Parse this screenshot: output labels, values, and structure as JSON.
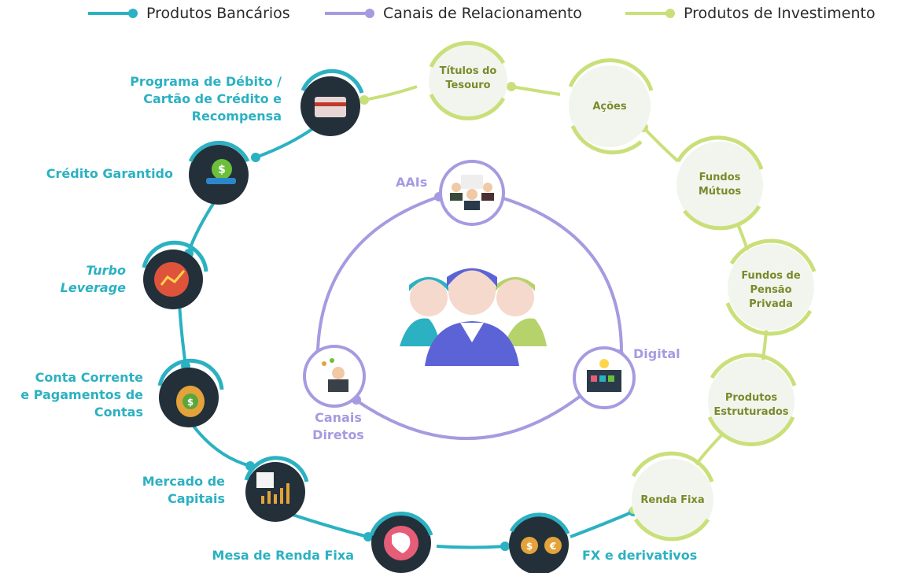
{
  "legend": {
    "banking": "Produtos Bancários",
    "channels": "Canais de Relacionamento",
    "investments": "Produtos de Investimento"
  },
  "colors": {
    "banking": "#2bb1c2",
    "channels": "#a69be0",
    "investments": "#c9e07a",
    "dark_node": "#23303a"
  },
  "banking_products": {
    "debit_card": "Programa  de Débito /\nCartão  de Crédito e\nRecompensa",
    "guaranteed_credit": "Crédito Garantido",
    "turbo": "Turbo\nLeverage",
    "checking": "Conta Corrente\ne Pagamentos de\nContas",
    "capital_markets": "Mercado de\nCapitais",
    "fixed_income_desk": "Mesa de Renda  Fixa",
    "fx": "FX e derivativos"
  },
  "channels": {
    "aais": "AAIs",
    "digital": "Digital",
    "direct": "Canais\nDiretos"
  },
  "investment_products": {
    "treasury": "Títulos do\nTesouro",
    "stocks": "Ações",
    "mutual_funds": "Fundos\nMútuos",
    "pension": "Fundos de\nPensão\nPrivada",
    "structured": "Produtos\nEstruturados",
    "fixed_income": "Renda Fixa"
  },
  "icons": [
    "credit-card-icon",
    "money-bag-hand-icon",
    "growth-chart-icon",
    "dollar-bag-icon",
    "stock-chart-icon",
    "brazil-map-icon",
    "currency-exchange-icon",
    "meeting-people-icon",
    "digital-monitor-icon",
    "advisor-person-icon",
    "team-group-icon"
  ]
}
